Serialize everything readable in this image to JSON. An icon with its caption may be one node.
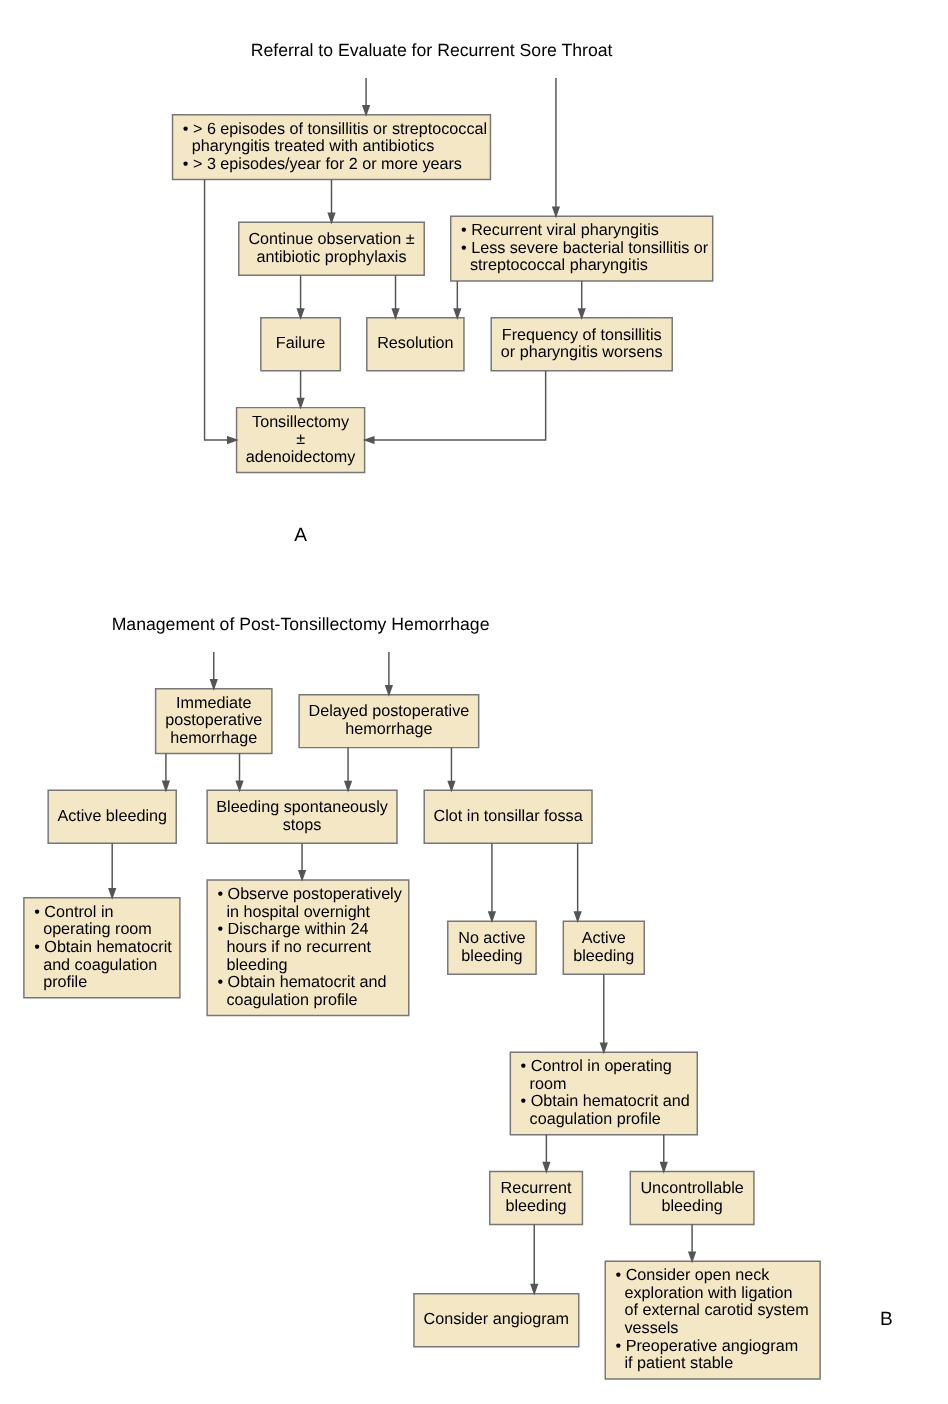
{
  "diagram": {
    "nodes": [
      {
        "text": [
          "Referral to Evaluate for Recurrent Sore Throat"
        ]
      },
      {
        "text": [
          "• > 6 episodes of tonsillitis or streptococcal pharyngitis treated with antibiotics",
          "• > 3 episodes/year for 2 or more years"
        ]
      },
      {
        "text": [
          "• Recurrent viral pharyngitis",
          "• Less severe bacterial tonsillitis or streptococcal pharyngitis"
        ]
      },
      {
        "text": [
          "Continue observation ± antibiotic prophylaxis"
        ]
      },
      {
        "text": [
          "Frequency of tonsillitis or pharyngitis worsens"
        ]
      },
      {
        "text": [
          "Failure"
        ]
      },
      {
        "text": [
          "Resolution"
        ]
      },
      {
        "text": [
          "Tonsillectomy ± adenoidectomy"
        ]
      },
      {
        "text": [
          "Management of Post-Tonsillectomy Hemorrhage"
        ]
      },
      {
        "text": [
          "Immediate postoperative hemorrhage"
        ]
      },
      {
        "text": [
          "Delayed postoperative hemorrhage"
        ]
      },
      {
        "text": [
          "Active bleeding"
        ]
      },
      {
        "text": [
          "Bleeding spontaneously stops"
        ]
      },
      {
        "text": [
          "Clot in tonsillar fossa"
        ]
      },
      {
        "text": [
          "No active bleeding"
        ]
      },
      {
        "text": [
          "Active bleeding"
        ]
      },
      {
        "text": [
          "• Control in operating room",
          "• Obtain hematocrit and coagulation profile"
        ]
      },
      {
        "text": [
          "• Observe postoperatively in hospital overnight",
          "• Discharge within 24 hours if no recurrent bleeding",
          "• Obtain hematocrit and coagulation profile"
        ]
      },
      {
        "text": [
          "• Control in operating room",
          "• Obtain hematocrit and coagulation profile"
        ]
      },
      {
        "text": [
          "Recurrent bleeding"
        ]
      },
      {
        "text": [
          "Uncontrollable bleeding"
        ]
      },
      {
        "text": [
          "Consider angiogram"
        ]
      },
      {
        "text": [
          "• Consider open neck exploration with ligation of external carotid system vessels",
          "• Preoperative angiogram if patient stable"
        ]
      }
    ],
    "edges": [
      {
        "from": 0,
        "to": 1,
        "arrow": "to"
      },
      {
        "from": 0,
        "to": 2,
        "arrow": "to"
      },
      {
        "from": 1,
        "to": 3,
        "arrow": "to"
      },
      {
        "from": 1,
        "to": 7,
        "arrow": "to"
      },
      {
        "from": 2,
        "to": 4,
        "arrow": "to"
      },
      {
        "from": 2,
        "to": 6,
        "arrow": "to"
      },
      {
        "from": 3,
        "to": 5,
        "arrow": "to"
      },
      {
        "from": 3,
        "to": 6,
        "arrow": "to"
      },
      {
        "from": 5,
        "to": 7,
        "arrow": "to"
      },
      {
        "from": 4,
        "to": 7,
        "arrow": "to"
      },
      {
        "from": 8,
        "to": 9,
        "arrow": "to"
      },
      {
        "from": 8,
        "to": 10,
        "arrow": "to"
      },
      {
        "from": 9,
        "to": 11,
        "arrow": "to"
      },
      {
        "from": 9,
        "to": 12,
        "arrow": "to"
      },
      {
        "from": 10,
        "to": 12,
        "arrow": "to"
      },
      {
        "from": 10,
        "to": 13,
        "arrow": "to"
      },
      {
        "from": 11,
        "to": 16,
        "arrow": "to"
      },
      {
        "from": 12,
        "to": 17,
        "arrow": "to"
      },
      {
        "from": 13,
        "to": 14,
        "arrow": "to"
      },
      {
        "from": 13,
        "to": 15,
        "arrow": "to"
      },
      {
        "from": 15,
        "to": 18,
        "arrow": "to"
      },
      {
        "from": 18,
        "to": 19,
        "arrow": "to"
      },
      {
        "from": 18,
        "to": 20,
        "arrow": "to"
      },
      {
        "from": 19,
        "to": 21,
        "arrow": "to"
      },
      {
        "from": 20,
        "to": 22,
        "arrow": "to"
      }
    ],
    "labels": [
      "A",
      "B"
    ]
  }
}
